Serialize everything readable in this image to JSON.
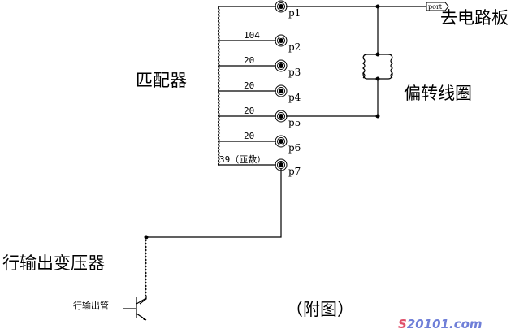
{
  "labels": {
    "matcher": "匹配器",
    "to_board": "去电路板",
    "deflection_coil": "偏转线圈",
    "flyback_transformer": "行输出变压器",
    "output_transistor": "行输出管",
    "figure_caption": "（附图）",
    "port_tag": "port"
  },
  "taps": [
    {
      "pin": "p1",
      "turns": ""
    },
    {
      "pin": "p2",
      "turns": "104"
    },
    {
      "pin": "p3",
      "turns": "20"
    },
    {
      "pin": "p4",
      "turns": "20"
    },
    {
      "pin": "p5",
      "turns": "20"
    },
    {
      "pin": "p6",
      "turns": "20"
    },
    {
      "pin": "p7",
      "turns": "39（匝数）"
    }
  ],
  "watermark": {
    "prefix": "S",
    "rest": "20101.com",
    "prefix_color": "#e0506a",
    "rest_color": "#6f7fd8"
  }
}
